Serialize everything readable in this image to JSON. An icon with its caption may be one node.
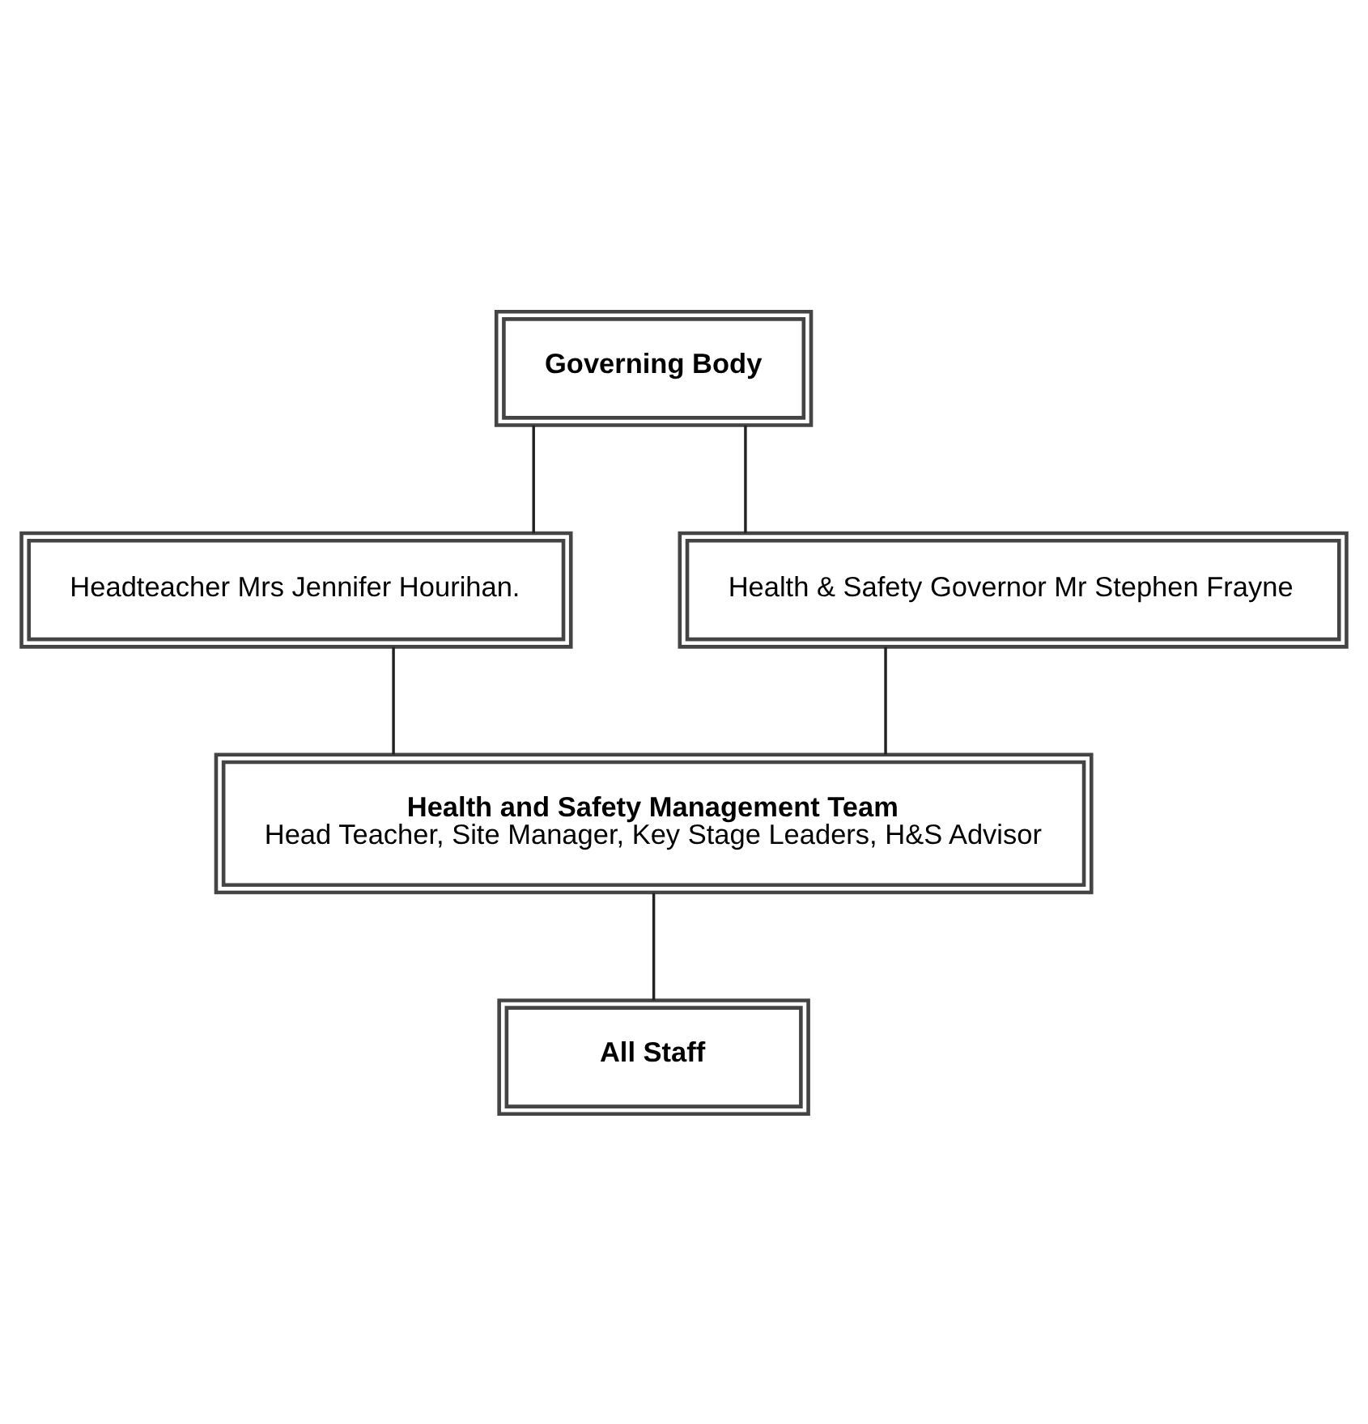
{
  "diagram": {
    "nodes": [
      {
        "text": [
          "Governing Body"
        ]
      },
      {
        "text": [
          "Headteacher Mrs Jennifer Hourihan."
        ]
      },
      {
        "text": [
          "Health & Safety Governor Mr Stephen Frayne"
        ]
      },
      {
        "text": [
          "Health and Safety Management Team",
          "Head Teacher, Site Manager, Key Stage Leaders, H&S Advisor"
        ]
      },
      {
        "text": [
          "All Staff"
        ]
      }
    ],
    "edges": [
      {
        "from": 0,
        "to": 1,
        "arrow": "none"
      },
      {
        "from": 0,
        "to": 2,
        "arrow": "none"
      },
      {
        "from": 1,
        "to": 3,
        "arrow": "none"
      },
      {
        "from": 2,
        "to": 3,
        "arrow": "none"
      },
      {
        "from": 3,
        "to": 4,
        "arrow": "none"
      }
    ]
  }
}
